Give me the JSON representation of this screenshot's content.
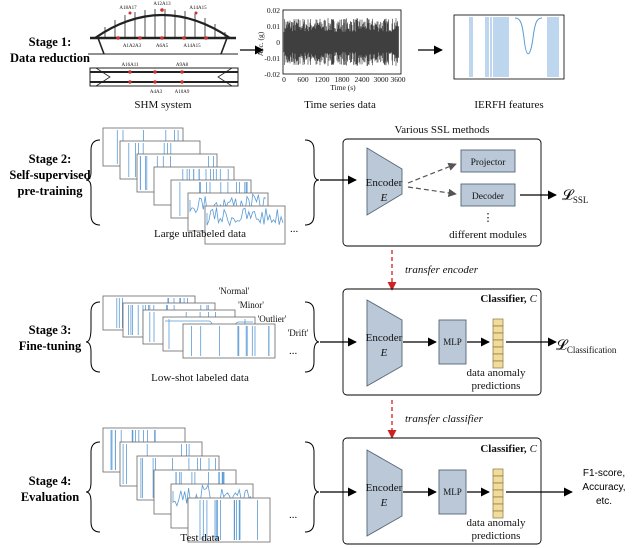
{
  "stages": [
    {
      "line1": "Stage 1:",
      "line2": "Data reduction"
    },
    {
      "line1": "Stage 2:",
      "line2": "Self-supervised",
      "line3": "pre-training"
    },
    {
      "line1": "Stage 3:",
      "line2": "Fine-tuning"
    },
    {
      "line1": "Stage 4:",
      "line2": "Evaluation"
    }
  ],
  "stage1": {
    "shm_label": "SHM system",
    "ts_label": "Time series data",
    "ierfh_label": "IERFH features",
    "bridge_sensors": [
      "A18A17",
      "A12A13",
      "A6A5",
      "A14A15",
      "A16A11",
      "A4A3",
      "A9A8",
      "A10A9",
      "A1A2A3",
      "A14A15"
    ],
    "ts_ylabel": "Acc. (g)",
    "ts_xlabel": "Time (s)",
    "ts_yticks": [
      "0.02",
      "0.01",
      "0",
      "-0.01",
      "-0.02"
    ],
    "ts_xticks": [
      "0",
      "600",
      "1200",
      "1800",
      "2400",
      "3000",
      "3600"
    ]
  },
  "stage2": {
    "data_label": "Large unlabeled data",
    "ssl_title": "Various SSL methods",
    "encoder": "Encoder",
    "encoder_sym": "E",
    "projector": "Projector",
    "decoder": "Decoder",
    "dots": "⋮",
    "modules": "different modules",
    "loss": "𝓛",
    "loss_sub": "SSL"
  },
  "transfer_encoder": "transfer encoder",
  "stage3": {
    "data_label": "Low-shot labeled data",
    "classes": [
      "'Normal'",
      "'Minor'",
      "'Outlier'",
      "'Drift'"
    ],
    "classifier": "Classifier,",
    "classifier_sym": "C",
    "encoder": "Encoder",
    "encoder_sym": "E",
    "mlp": "MLP",
    "pred1": "data anomaly",
    "pred2": "predictions",
    "loss": "𝓛",
    "loss_sub": "Classification"
  },
  "transfer_classifier": "transfer classifier",
  "stage4": {
    "data_label": "Test data",
    "classifier": "Classifier,",
    "classifier_sym": "C",
    "encoder": "Encoder",
    "encoder_sym": "E",
    "mlp": "MLP",
    "pred1": "data anomaly",
    "pred2": "predictions",
    "out1": "F1-score,",
    "out2": "Accuracy,",
    "out3": "etc."
  },
  "ellipsis": "...",
  "colors": {
    "signal": "#5b9bd5",
    "box": "#bac8d8",
    "box_stroke": "#556677",
    "pred": "#f2dc9b",
    "pred_stroke": "#8a7440",
    "transfer": "#cc2222"
  }
}
